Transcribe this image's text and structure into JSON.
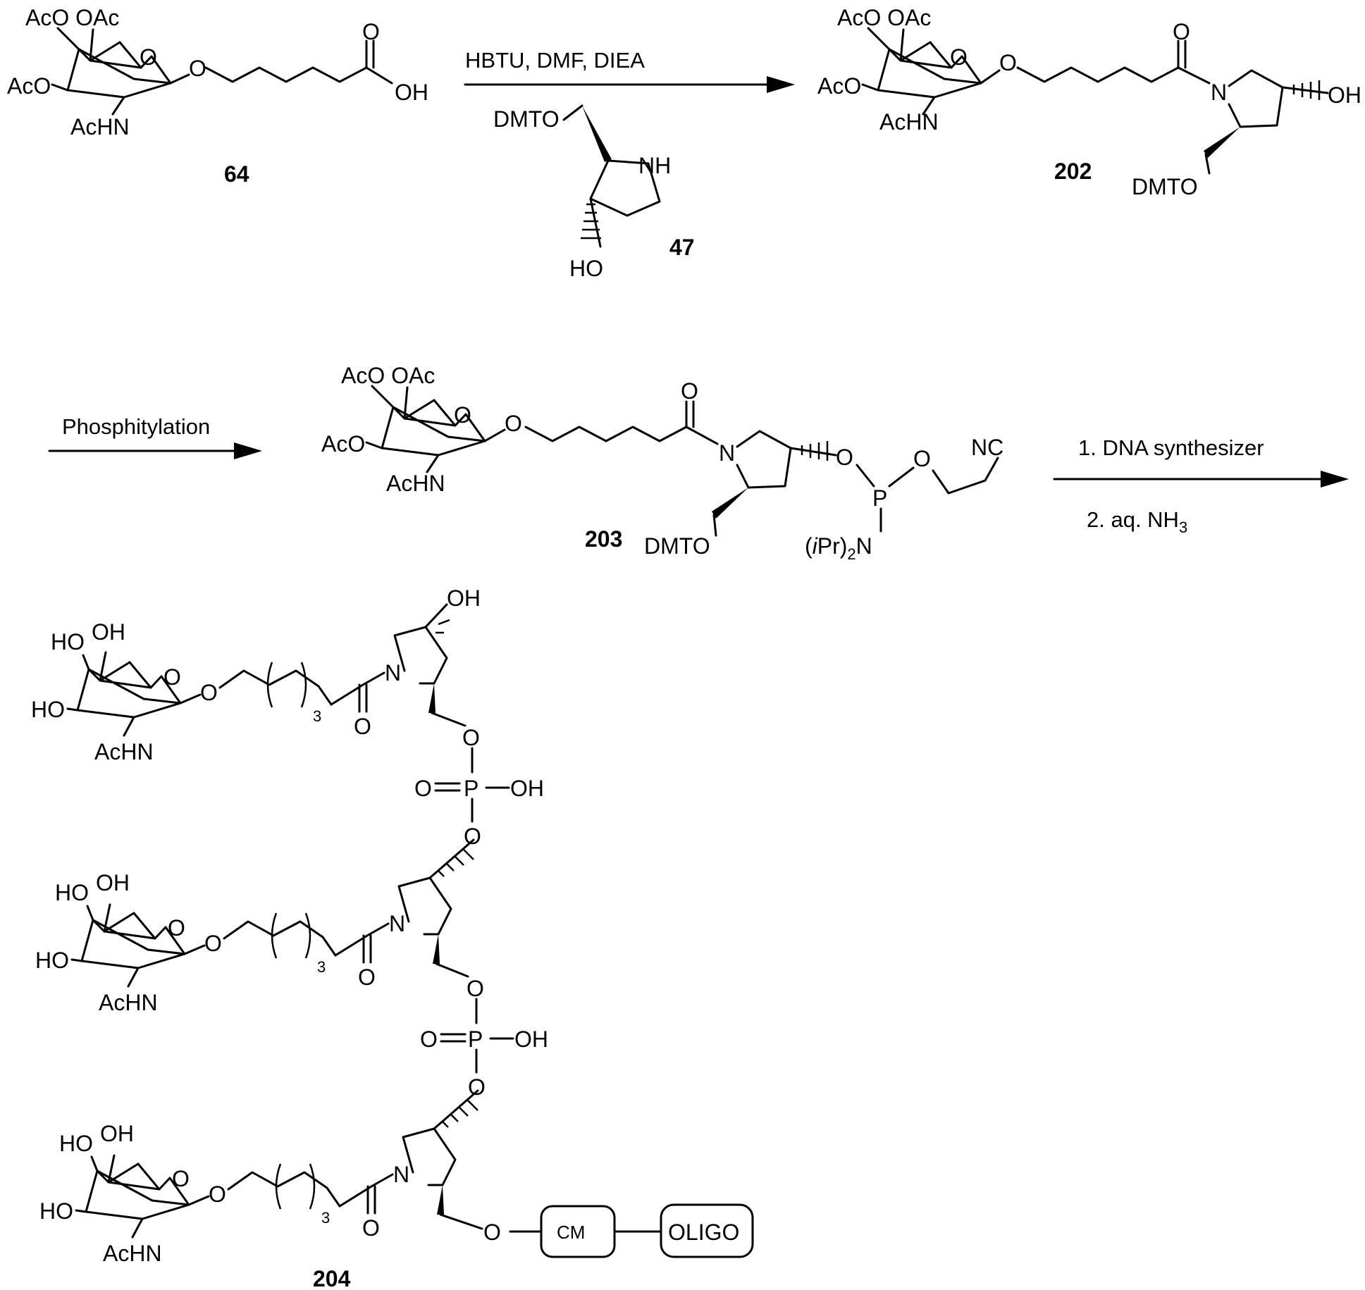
{
  "compounds": {
    "c64": "64",
    "c47": "47",
    "c202": "202",
    "c203": "203",
    "c204": "204"
  },
  "reagents": {
    "step1": "HBTU, DMF, DIEA",
    "step2": "Phosphitylation",
    "step3a": "1. DNA synthesizer",
    "step3b_pre": "2. aq. NH",
    "step3b_sub": "3"
  },
  "atoms": {
    "aco": "AcO",
    "oac": "OAc",
    "acoac": "AcO OAc",
    "achn": "AcHN",
    "o": "O",
    "oh": "OH",
    "ho": "HO",
    "n": "N",
    "nh": "NH",
    "dmto": "DMTO",
    "p": "P",
    "nc": "NC",
    "ipr2n_a": "(",
    "ipr2n_i": "i",
    "ipr2n_b": "Pr)",
    "ipr2n_sub": "2",
    "ipr2n_c": "N",
    "paren_sub": "3",
    "o_eq": "O",
    "cm": "CM",
    "oligo": "OLIGO"
  }
}
